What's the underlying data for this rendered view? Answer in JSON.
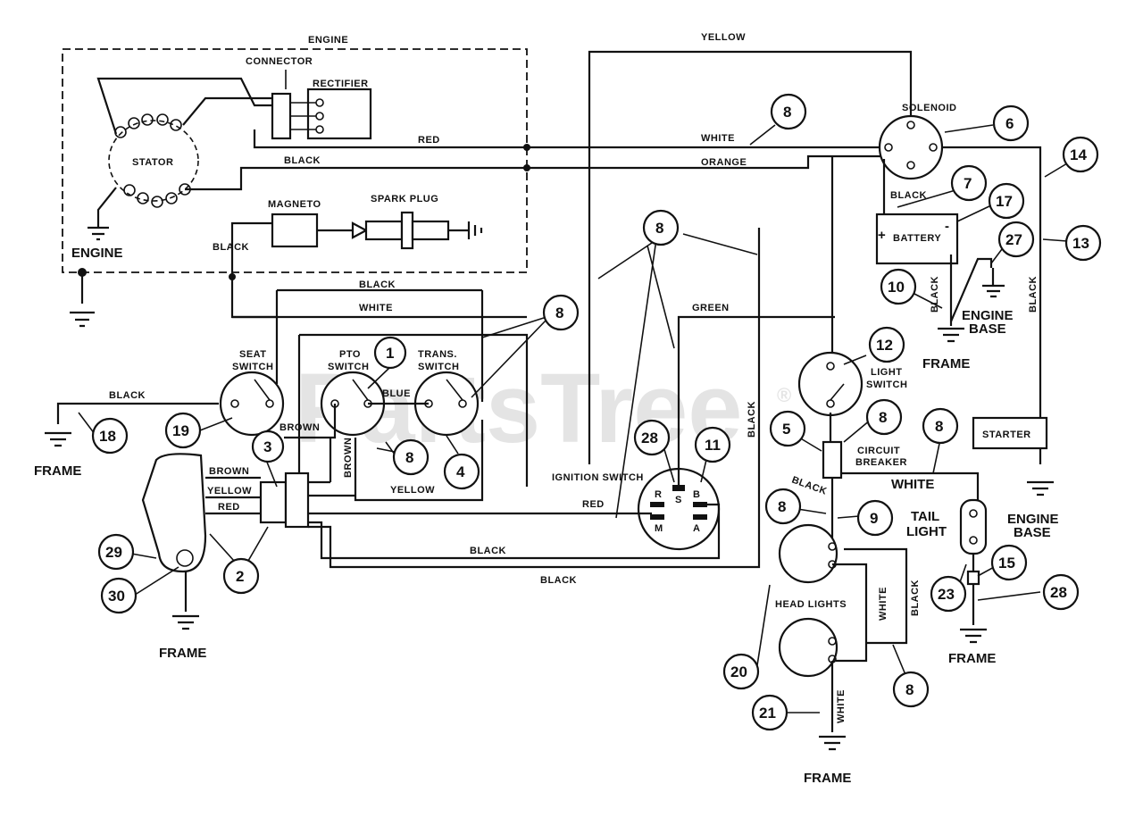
{
  "watermark": {
    "text": "PartsTree",
    "registered": "®"
  },
  "labels": {
    "engine_top": "ENGINE",
    "connector": "CONNECTOR",
    "rectifier": "RECTIFIER",
    "stator": "STATOR",
    "engine_left": "ENGINE",
    "magneto": "MAGNETO",
    "spark_plug": "SPARK PLUG",
    "seat_switch_1": "SEAT",
    "seat_switch_2": "SWITCH",
    "pto_switch_1": "PTO",
    "pto_switch_2": "SWITCH",
    "trans_switch_1": "TRANS.",
    "trans_switch_2": "SWITCH",
    "ignition_switch": "IGNITION SWITCH",
    "solenoid": "SOLENOID",
    "battery": "BATTERY",
    "battery_plus": "+",
    "battery_minus": "-",
    "engine_base_1": "ENGINE",
    "engine_base_2": "BASE",
    "light_switch_1": "LIGHT",
    "light_switch_2": "SWITCH",
    "circuit_breaker_1": "CIRCUIT",
    "circuit_breaker_2": "BREAKER",
    "starter": "STARTER",
    "tail_light_1": "TAIL",
    "tail_light_2": "LIGHT",
    "head_lights": "HEAD LIGHTS",
    "engine_base_right_1": "ENGINE",
    "engine_base_right_2": "BASE",
    "frame_mid": "FRAME",
    "frame_left": "FRAME",
    "frame_bottom_left": "FRAME",
    "frame_bottom": "FRAME",
    "frame_tail": "FRAME",
    "ign_r": "R",
    "ign_s": "S",
    "ign_b": "B",
    "ign_m": "M",
    "ign_a": "A"
  },
  "wires": {
    "yellow_top": "YELLOW",
    "red_top": "RED",
    "black_top": "BLACK",
    "white_top": "WHITE",
    "orange": "ORANGE",
    "black_magneto": "BLACK",
    "black_harness": "BLACK",
    "white_harness": "WHITE",
    "black_seat": "BLACK",
    "blue": "BLUE",
    "brown_1": "BROWN",
    "brown_2": "BROWN",
    "brown_3": "BROWN",
    "yellow_mid": "YELLOW",
    "yellow_reg": "YELLOW",
    "red_reg": "RED",
    "green": "GREEN",
    "black_vert": "BLACK",
    "red_ign": "RED",
    "black_bot_1": "BLACK",
    "black_bot_2": "BLACK",
    "black_batt": "BLACK",
    "black_sol": "BLACK",
    "black_starter": "BLACK",
    "black_cb": "BLACK",
    "white_tail": "WHITE",
    "white_head": "WHITE",
    "black_head": "BLACK",
    "white_ground": "WHITE"
  },
  "callouts": {
    "c8_top": "8",
    "c6": "6",
    "c14": "14",
    "c7": "7",
    "c17": "17",
    "c27": "27",
    "c13": "13",
    "c10": "10",
    "c8_mid": "8",
    "c8_left": "8",
    "c1": "1",
    "c12": "12",
    "c18": "18",
    "c19": "19",
    "c3": "3",
    "c8_low": "8",
    "c4": "4",
    "c28": "28",
    "c11": "11",
    "c5": "5",
    "c8_cb": "8",
    "c8_tail": "8",
    "c8_head": "8",
    "c9": "9",
    "c29": "29",
    "c2": "2",
    "c30": "30",
    "c15": "15",
    "c23": "23",
    "c28_right": "28",
    "c20": "20",
    "c21": "21",
    "c8_bottom": "8"
  }
}
